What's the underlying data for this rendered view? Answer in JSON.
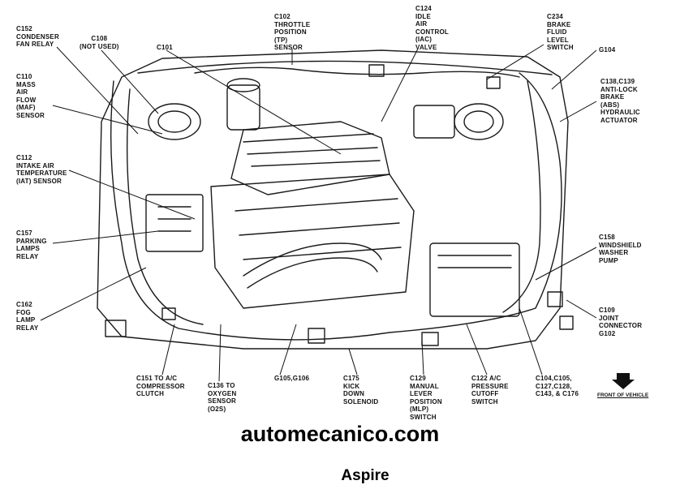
{
  "labels": {
    "c152": "C152\nCONDENSER\nFAN RELAY",
    "c108": "C108\n(NOT USED)",
    "c101": "C101",
    "c102": "C102\nTHROTTLE\nPOSITION\n(TP)\nSENSOR",
    "c124": "C124\nIDLE\nAIR\nCONTROL\n(IAC)\nVALVE",
    "c234": "C234\nBRAKE\nFLUID\nLEVEL\nSWITCH",
    "g104": "G104",
    "c110": "C110\nMASS\nAIR\nFLOW\n(MAF)\nSENSOR",
    "c138": "C138,C139\nANTI-LOCK\nBRAKE\n(ABS)\nHYDRAULIC\nACTUATOR",
    "c112": "C112\nINTAKE AIR\nTEMPERATURE\n(IAT) SENSOR",
    "c157": "C157\nPARKING\nLAMPS\nRELAY",
    "c158": "C158\nWINDSHIELD\nWASHER\nPUMP",
    "c162": "C162\nFOG\nLAMP\nRELAY",
    "c109": "C109\nJOINT\nCONNECTOR\nG102",
    "c151": "C151 TO A/C\nCOMPRESSOR\nCLUTCH",
    "c136": "C136 TO\nOXYGEN\nSENSOR\n(O2S)",
    "g105": "G105,G106",
    "c175": "C175\nKICK\nDOWN\nSOLENOID",
    "c129": "C129\nMANUAL\nLEVER\nPOSITION\n(MLP)\nSWITCH",
    "c122": "C122 A/C\nPRESSURE\nCUTOFF\nSWITCH",
    "c104": "C104,C105,\nC127,C128,\nC143, & C176"
  },
  "front_of_vehicle": "FRONT OF VEHICLE",
  "watermark": "automecanico.com",
  "model": "Aspire"
}
